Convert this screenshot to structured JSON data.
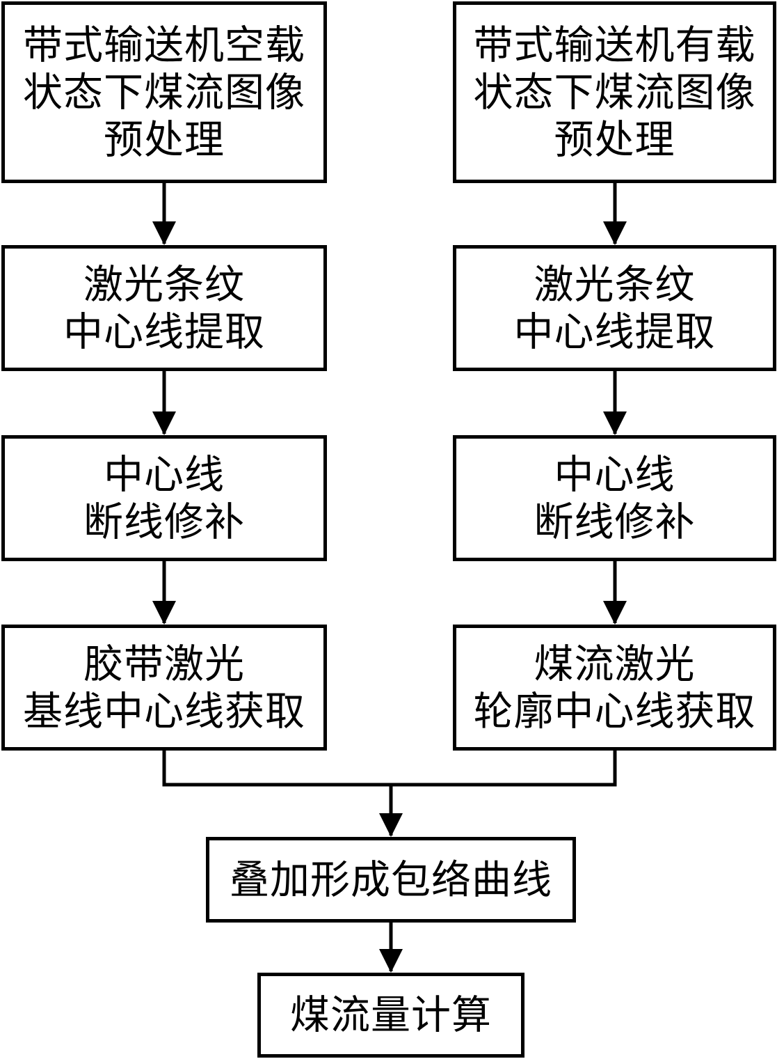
{
  "flowchart": {
    "left_branch": [
      {
        "lines": [
          "带式输送机空载",
          "状态下煤流图像",
          "预处理"
        ]
      },
      {
        "lines": [
          "激光条纹",
          "中心线提取"
        ]
      },
      {
        "lines": [
          "中心线",
          "断线修补"
        ]
      },
      {
        "lines": [
          "胶带激光",
          "基线中心线获取"
        ]
      }
    ],
    "right_branch": [
      {
        "lines": [
          "带式输送机有载",
          "状态下煤流图像",
          "预处理"
        ]
      },
      {
        "lines": [
          "激光条纹",
          "中心线提取"
        ]
      },
      {
        "lines": [
          "中心线",
          "断线修补"
        ]
      },
      {
        "lines": [
          "煤流激光",
          "轮廓中心线获取"
        ]
      }
    ],
    "merge_step": {
      "lines": [
        "叠加形成包络曲线"
      ]
    },
    "final_step": {
      "lines": [
        "煤流量计算"
      ]
    }
  }
}
